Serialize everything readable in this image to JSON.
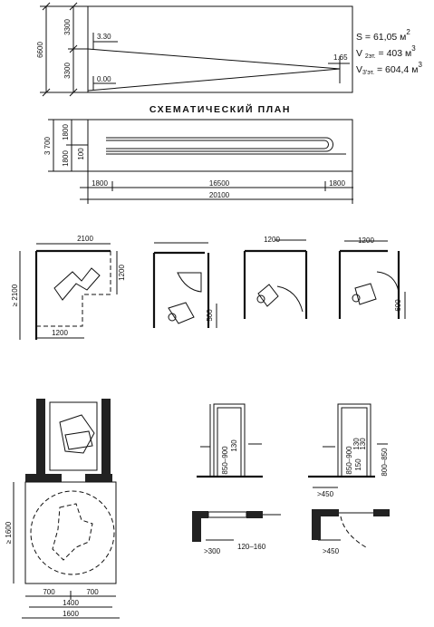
{
  "ramp": {
    "dim_total_height": "6600",
    "dim_upper_half": "3300",
    "dim_lower_half": "3300",
    "level_top": "3.30",
    "level_bottom": "0.00",
    "level_end": "1.65",
    "formula_area": "S = 61,05 м",
    "formula_area_exp": "2",
    "formula_v2_prefix": "V ",
    "formula_v2_sub": "2эт.",
    "formula_v2_value": " = 403  м",
    "formula_v2_exp": "3",
    "formula_v3_prefix": "V",
    "formula_v3_sub": "3'эт.",
    "formula_v3_value": " = 604,4 м",
    "formula_v3_exp": "3"
  },
  "plan": {
    "title": "СХЕМАТИЧЕСКИЙ ПЛАН",
    "dim_total_height": "3 700",
    "dim_upper": "1800",
    "dim_lower": "1800",
    "dim_gap": "100",
    "dim_left": "1800",
    "dim_middle": "16500",
    "dim_right": "1800",
    "dim_total_width": "20100"
  },
  "turn_diagrams": {
    "d1_top": "2100",
    "d1_left": "≥ 2100",
    "d1_right": "1200",
    "d1_bottom": "1200",
    "d3_top": "1200",
    "d2_side": "500",
    "d4_top": "1200",
    "d4_side": "600"
  },
  "lift": {
    "dim_vertical": "≥ 1600",
    "dim_half_left": "700",
    "dim_half_right": "700",
    "dim_inner": "1400",
    "dim_outer": "1600"
  },
  "doors": {
    "d1_height": "850–900",
    "d1_small": "130",
    "d2_height": "850–900",
    "d2_small_a": "130",
    "d2_small_b": "130",
    "d2_low": "150",
    "d2_right_height": "800–850",
    "d2_gap": ">450",
    "p1_gap": ">300",
    "p1_depth": "120–160",
    "p2_gap": ">450"
  }
}
